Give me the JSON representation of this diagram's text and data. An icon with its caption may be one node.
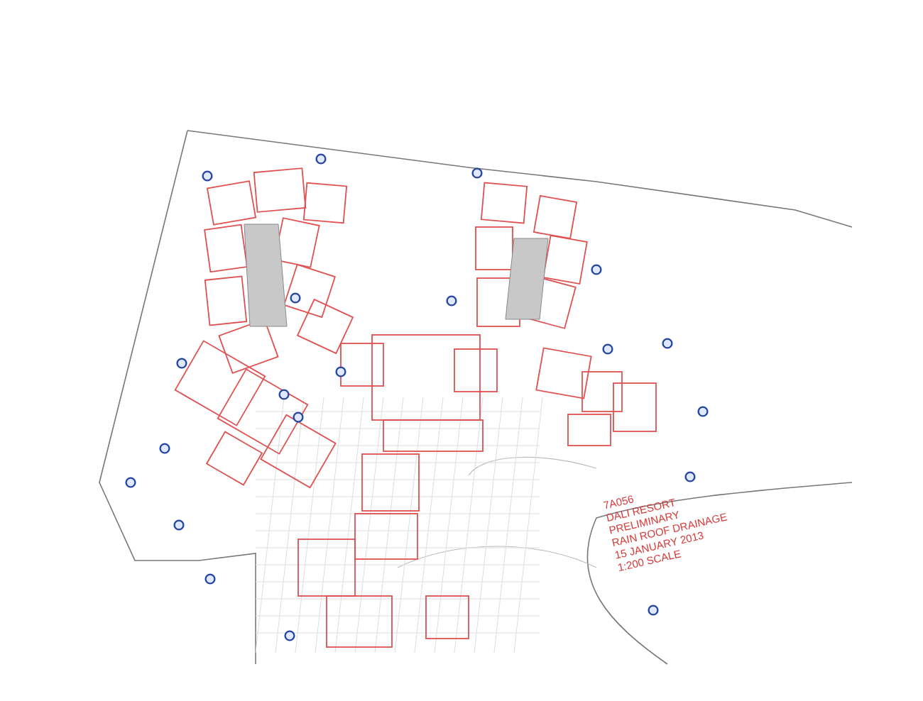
{
  "diagram": {
    "labels": [
      "7A056",
      "DALI RESORT",
      "PRELIMINARY",
      "RAIN ROOF DRAINAGE",
      "15 JANUARY 2013",
      "1:200 SCALE"
    ]
  }
}
